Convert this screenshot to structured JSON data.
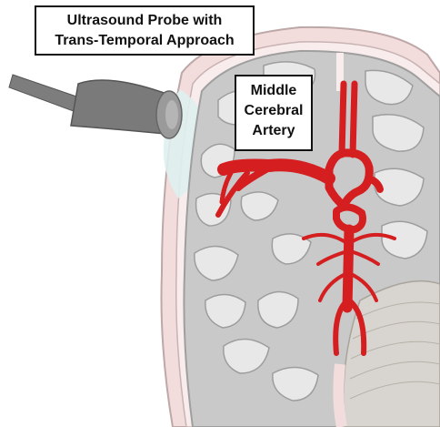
{
  "labels": {
    "probe": {
      "line1": "Ultrasound Probe with",
      "line2": "Trans-Temporal Approach"
    },
    "artery": {
      "line1": "Middle",
      "line2": "Cerebral",
      "line3": "Artery"
    }
  },
  "colors": {
    "artery": "#d51e1f",
    "brain_gray": "#c9c9c9",
    "gyri_light": "#e6e6e6",
    "skull_pink": "#f2dcdc",
    "probe_gray": "#7a7a7a",
    "ultrasound_beam": "#dff0ef"
  },
  "icons": [
    "ultrasound-probe-icon",
    "brain-cross-section-icon",
    "artery-tree-icon"
  ]
}
